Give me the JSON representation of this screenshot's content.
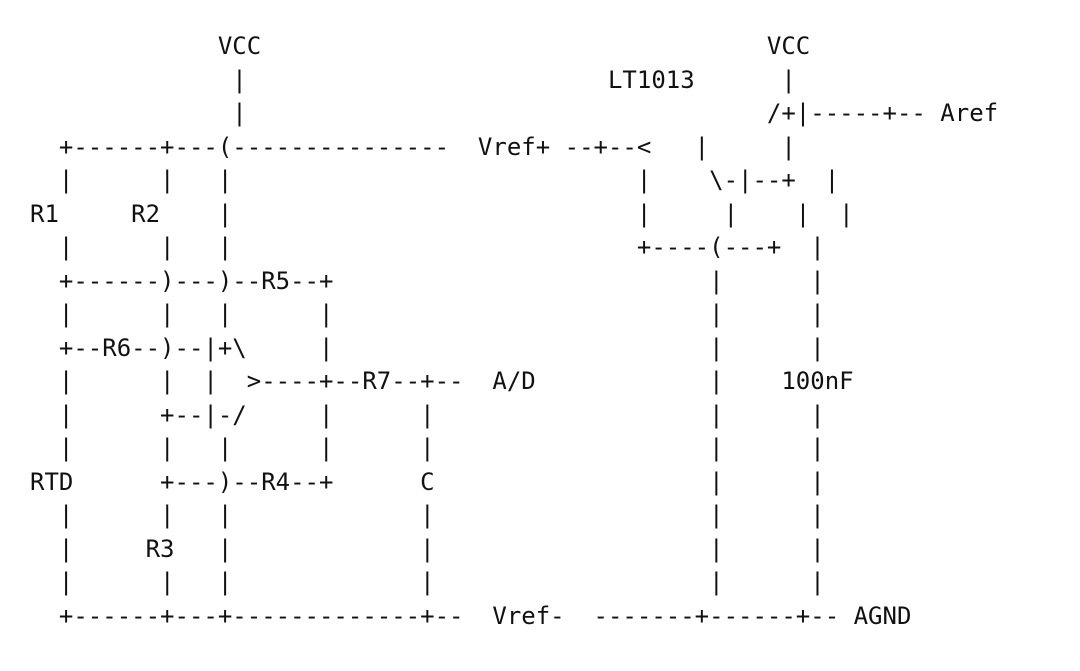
{
  "diagram": {
    "lines": [
      "             VCC                                   VCC",
      "              |                         LT1013      |",
      "              |                                    /+|-----+-- Aref",
      "  +------+---(---------------  Vref+ --+--<   |     |",
      "  |      |   |                            |    \\-|--+  |",
      "R1     R2    |                            |     |    |  |",
      "  |      |   |                            +----(---+  |",
      "  +------)---)--R5--+                          |      |",
      "  |      |   |      |                          |      |",
      "  +--R6--)--|+\\     |                          |      |",
      "  |      |  |  >----+--R7--+--  A/D            |    100nF",
      "  |      +--|-/     |      |                   |      |",
      "  |      |   |      |      |                   |      |",
      "RTD      +---)--R4--+      C                   |      |",
      "  |      |   |             |                   |      |",
      "  |     R3   |             |                   |      |",
      "  |      |   |             |                   |      |",
      "  +------+---+-------------+--  Vref-  -------+------+-- AGND"
    ]
  }
}
